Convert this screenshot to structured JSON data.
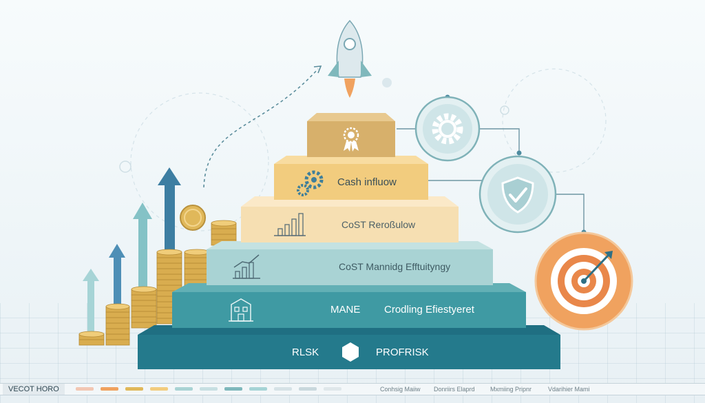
{
  "tiers": [
    {
      "label": ""
    },
    {
      "label": "Cash influow"
    },
    {
      "label": "CoST   Reroßulow"
    },
    {
      "label": "CoST   Mannidg   Efftuityngy"
    },
    {
      "label_left": "MANE",
      "label_right": "Crodling Efiestyeret"
    },
    {
      "label_left": "RLSK",
      "label_right": "PROFRISK"
    }
  ],
  "icons": {
    "rocket": "rocket-icon",
    "gear": "gear-icon",
    "shield": "shield-check-icon",
    "target": "target-icon",
    "award": "award-ribbon-icon",
    "cogs": "gears-icon",
    "chart": "bar-chart-icon",
    "building": "building-icon",
    "hexagon": "hexagon-icon"
  },
  "colors": {
    "tier_top": "#d7b06b",
    "tier_2": "#f2cc7e",
    "tier_3": "#f6dfb2",
    "tier_4": "#a9d3d4",
    "tier_5": "#3f9aa3",
    "tier_6": "#247a8c",
    "accent_orange": "#f0a25f",
    "gold": "#e0b85a"
  },
  "legend_bar": {
    "title": "VECOT HORO",
    "items": [
      "Conhsig Maiiw",
      "Donriirs Elaprd",
      "Mxmiing Pripnr",
      "Vdarihier Mami"
    ]
  }
}
